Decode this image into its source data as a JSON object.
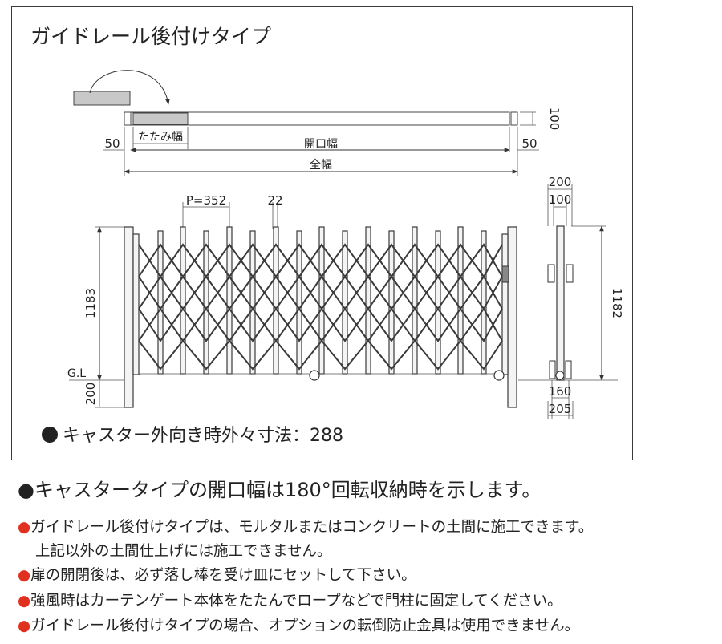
{
  "title": "ガイドレール後付けタイプ",
  "top_view": {
    "fold_width_label": "たたみ幅",
    "opening_width_label": "開口幅",
    "full_width_label": "全幅",
    "left_margin": "50",
    "right_margin": "50",
    "rail_height": "100"
  },
  "front_view": {
    "pitch_label": "P=352",
    "bar_width": "22",
    "height_left": "1183",
    "ground_label": "G.L",
    "below_ground": "200"
  },
  "side_view": {
    "top_width": "200",
    "inner_width": "100",
    "height_right": "1182",
    "base_inner": "160",
    "base_outer": "205"
  },
  "caster_note": "キャスター外向き時外々寸法：288",
  "notes": {
    "main": "キャスタータイプの開口幅は180°回転収納時を示します。",
    "items": [
      "ガイドレール後付けタイプは、モルタルまたはコンクリートの土間に施工できます。",
      "上記以外の土間仕上げには施工できません。",
      "扉の開閉後は、必ず落し棒を受け皿にセットして下さい。",
      "強風時はカーテンゲート本体をたたんでロープなどで門柱に固定してください。",
      "ガイドレール後付けタイプの場合、オプションの転倒防止金具は使用できません。"
    ]
  },
  "bullet_color": "#e0311f"
}
